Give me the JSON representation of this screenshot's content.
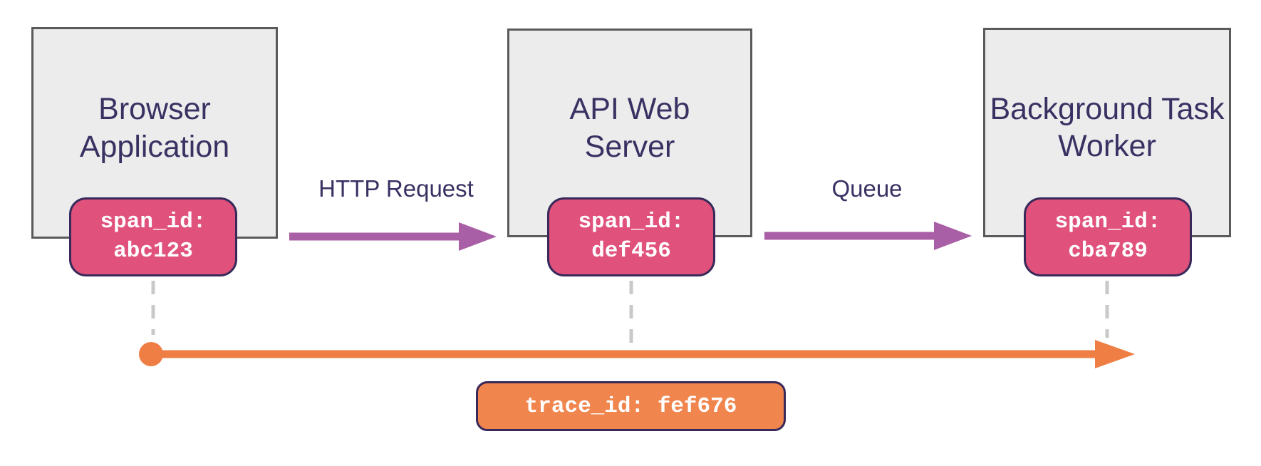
{
  "diagram": {
    "title_hint": "distributed-tracing-flow",
    "nodes": [
      {
        "label": "Browser Application",
        "span_key": "span_id:",
        "span_value": "abc123"
      },
      {
        "label": "API Web Server",
        "span_key": "span_id:",
        "span_value": "def456"
      },
      {
        "label": "Background Task Worker",
        "span_key": "span_id:",
        "span_value": "cba789"
      }
    ],
    "edges": [
      {
        "label": "HTTP Request",
        "from": "Browser Application",
        "to": "API Web Server"
      },
      {
        "label": "Queue",
        "from": "API Web Server",
        "to": "Background Task Worker"
      }
    ],
    "trace": {
      "label": "trace_id: fef676"
    },
    "colors": {
      "background": "#ffffff",
      "node_fill": "#ececec",
      "node_border": "#5a5a5c",
      "node_text": "#3a3163",
      "span_badge_fill": "#e0517c",
      "badge_border": "#38295a",
      "badge_text": "#ffffff",
      "arrow_purple": "#a95fa5",
      "trace_orange": "#ef7e45",
      "trace_badge_fill": "#f0854e",
      "dashed_connector": "#c9c9c9"
    }
  }
}
